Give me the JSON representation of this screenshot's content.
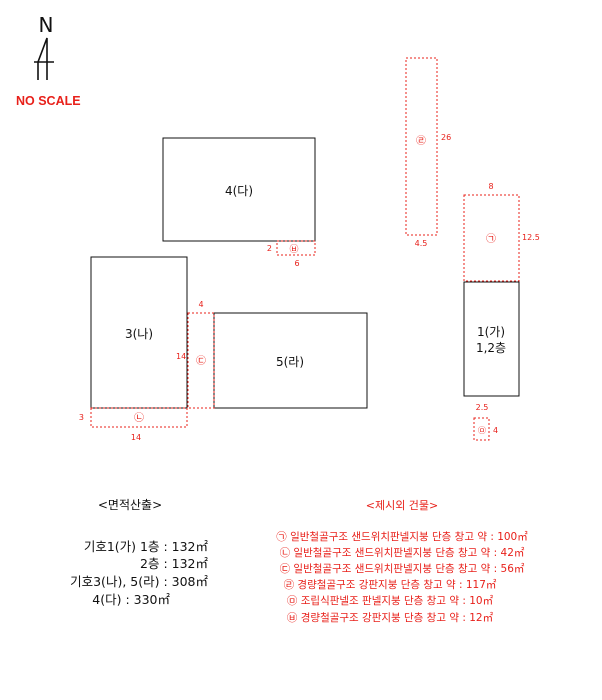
{
  "compass": {
    "letter": "N",
    "scale_note": "NO SCALE"
  },
  "buildings": [
    {
      "label": "4(다)"
    },
    {
      "label": "3(나)"
    },
    {
      "label": "5(라)"
    },
    {
      "label_line1": "1(가)",
      "label_line2": "1,2층"
    }
  ],
  "unlisted_buildings": [
    {
      "symbol": "㉣",
      "dims": [
        "26",
        "4.5"
      ]
    },
    {
      "symbol": "㉠",
      "dims": [
        "8",
        "12.5"
      ]
    },
    {
      "symbol": "㉥",
      "dims": [
        "2",
        "6"
      ]
    },
    {
      "symbol": "㉢",
      "dims": [
        "4",
        "14"
      ]
    },
    {
      "symbol": "㉡",
      "dims": [
        "3",
        "14"
      ]
    },
    {
      "symbol": "㉤",
      "dims": [
        "2.5",
        "4"
      ]
    }
  ],
  "area_calc": {
    "title": "<면적산출>",
    "lines": [
      "기호1(가) 1층 : 132㎡",
      "2층 : 132㎡",
      "기호3(나), 5(라) : 308㎡",
      "4(다) : 330㎡"
    ]
  },
  "excluded_buildings": {
    "title": "<제시외 건물>",
    "items": [
      "㉠ 일반철골구조 샌드위치판넬지붕 단층 창고 약 : 100㎡",
      "㉡ 일반철골구조 샌드위치판넬지붕 단층 창고 약 : 42㎡",
      "㉢ 일반철골구조 샌드위치판넬지붕 단층 창고 약 : 56㎡",
      "㉣ 경량철골구조 강판지붕 단층 창고 약 : 117㎡",
      "㉤ 조립식판넬조 판넬지붕 단층 창고 약 : 10㎡",
      "㉥ 경량철골구조 강판지붕 단층 창고 약 : 12㎡"
    ]
  },
  "colors": {
    "main": "#111111",
    "accent": "#e8201a"
  }
}
